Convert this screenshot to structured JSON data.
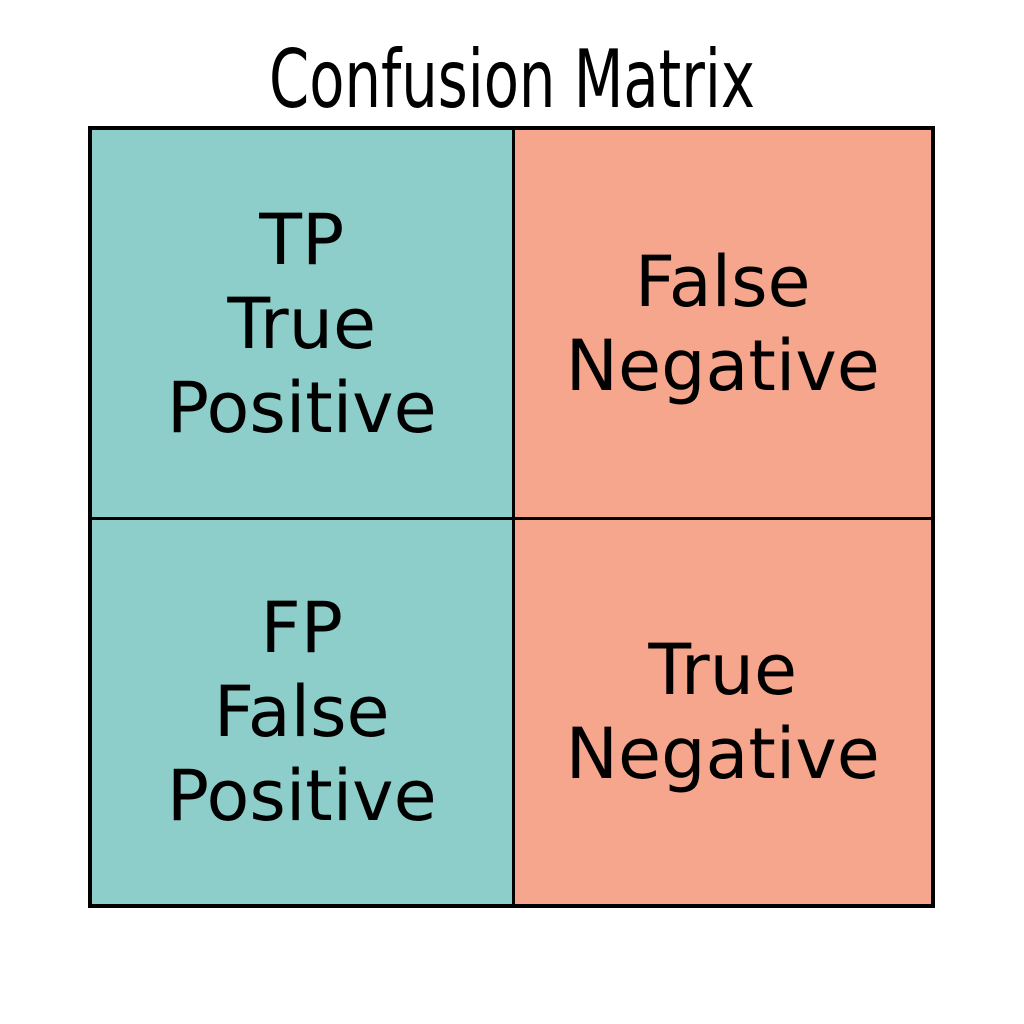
{
  "figure": {
    "title": "Confusion Matrix",
    "type": "confusion-matrix-diagram"
  },
  "colors": {
    "predicted_positive_column": "#8ECECA",
    "predicted_negative_column": "#F5A68C",
    "border": "#000000",
    "background": "#FFFFFF",
    "text": "#000000"
  },
  "chart_data": {
    "type": "table",
    "title": "Confusion Matrix",
    "grid": true,
    "legend": "none",
    "rows": 2,
    "columns": 2,
    "cells": [
      {
        "position": "top-left",
        "abbreviation": "TP",
        "line1": "TP",
        "line2": "True",
        "line3": "Positive",
        "full_label": "True Positive",
        "color": "#8ECECA"
      },
      {
        "position": "top-right",
        "abbreviation": "",
        "line1": "False",
        "line2": "Negative",
        "line3": "",
        "full_label": "False Negative",
        "color": "#F5A68C"
      },
      {
        "position": "bottom-left",
        "abbreviation": "FP",
        "line1": "FP",
        "line2": "False",
        "line3": "Positive",
        "full_label": "False Positive",
        "color": "#8ECECA"
      },
      {
        "position": "bottom-right",
        "abbreviation": "",
        "line1": "True",
        "line2": "Negative",
        "line3": "",
        "full_label": "True Negative",
        "color": "#F5A68C"
      }
    ]
  }
}
